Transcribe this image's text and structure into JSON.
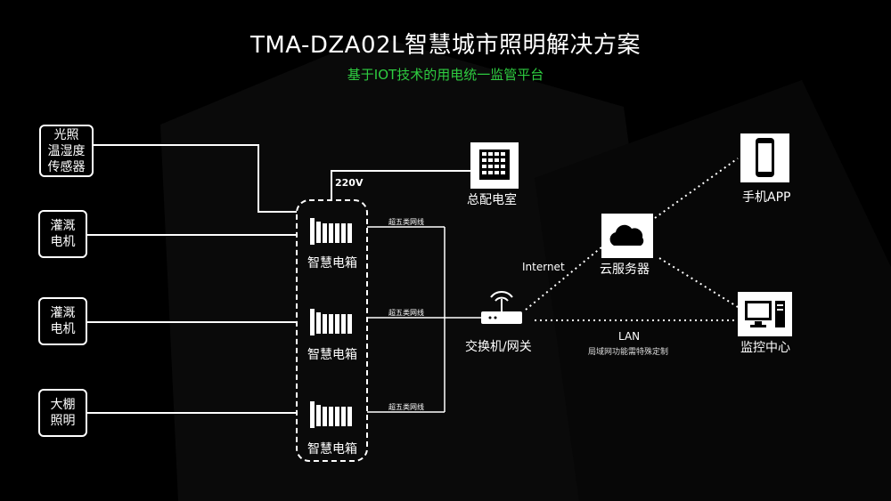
{
  "title": "TMA-DZA02L智慧城市照明解决方案",
  "subtitle": "基于IOT技术的用电统一监管平台",
  "devices": {
    "sensor": [
      "光照",
      "温湿度",
      "传感器"
    ],
    "pump1": [
      "灌溉",
      "电机"
    ],
    "pump2": [
      "灌溉",
      "电机"
    ],
    "greenhouse": [
      "大棚",
      "照明"
    ]
  },
  "boxes": [
    {
      "label": "智慧电箱"
    },
    {
      "label": "智慧电箱"
    },
    {
      "label": "智慧电箱"
    }
  ],
  "labels": {
    "voltage": "220V",
    "distribution_room": "总配电室",
    "cable1": "超五类网线",
    "cable2": "超五类网线",
    "cable3": "超五类网线",
    "switch": "交换机/网关",
    "internet": "Internet",
    "cloud": "云服务器",
    "mobile": "手机APP",
    "monitor": "监控中心",
    "lan": "LAN",
    "lan_note": "局域网功能需特殊定制"
  },
  "icons": [
    "breaker-icon",
    "building-icon",
    "router-icon",
    "cloud-icon",
    "smartphone-icon",
    "computer-icon"
  ]
}
